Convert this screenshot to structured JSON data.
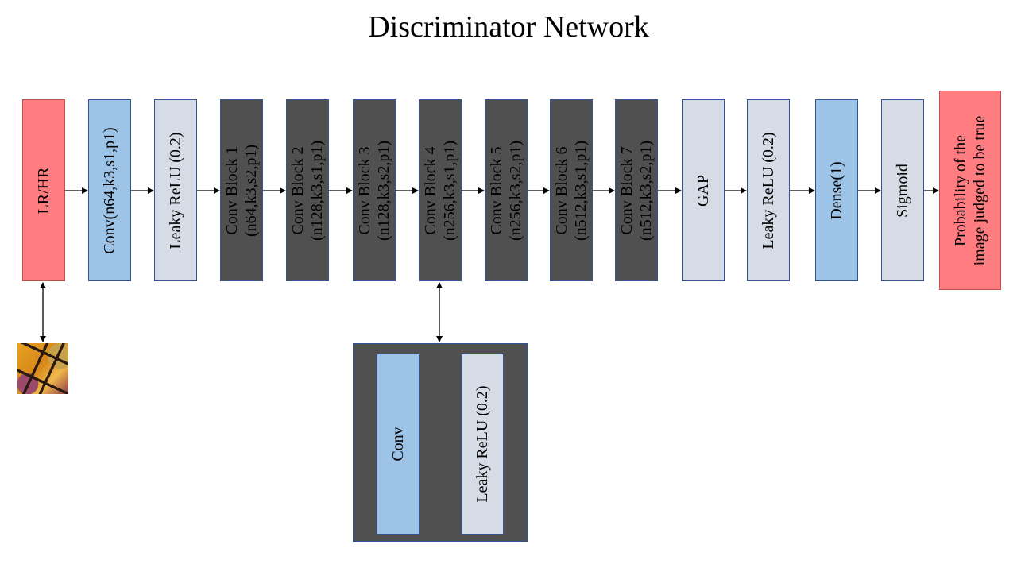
{
  "title": "Discriminator Network",
  "blocks": [
    {
      "lines": [
        "LR/HR"
      ]
    },
    {
      "lines": [
        "Conv(n64,k3,s1,p1)"
      ]
    },
    {
      "lines": [
        "Leaky ReLU (0.2)"
      ]
    },
    {
      "lines": [
        "Conv Block 1",
        "(n64,k3,s2,p1)"
      ]
    },
    {
      "lines": [
        "Conv Block 2",
        "(n128,k3,s1,p1)"
      ]
    },
    {
      "lines": [
        "Conv Block 3",
        "(n128,k3,s2,p1)"
      ]
    },
    {
      "lines": [
        "Conv Block 4",
        "(n256,k3,s1,p1)"
      ]
    },
    {
      "lines": [
        "Conv Block 5",
        "(n256,k3,s2,p1)"
      ]
    },
    {
      "lines": [
        "Conv Block 6",
        "(n512,k3,s1,p1)"
      ]
    },
    {
      "lines": [
        "Conv Block 7",
        "(n512,k3,s2,p1)"
      ]
    },
    {
      "lines": [
        "GAP"
      ]
    },
    {
      "lines": [
        "Leaky ReLU (0.2)"
      ]
    },
    {
      "lines": [
        "Dense(1)"
      ]
    },
    {
      "lines": [
        "Sigmoid"
      ]
    },
    {
      "lines": [
        "Probability of the",
        "image judged to be true"
      ]
    }
  ],
  "conv_block_detail": {
    "conv": "Conv",
    "activation": "Leaky ReLU (0.2)"
  },
  "colors": {
    "input_output": "#ff7c80",
    "conv_dense": "#9dc3e6",
    "activation": "#d6dce5",
    "conv_block": "#505050"
  }
}
